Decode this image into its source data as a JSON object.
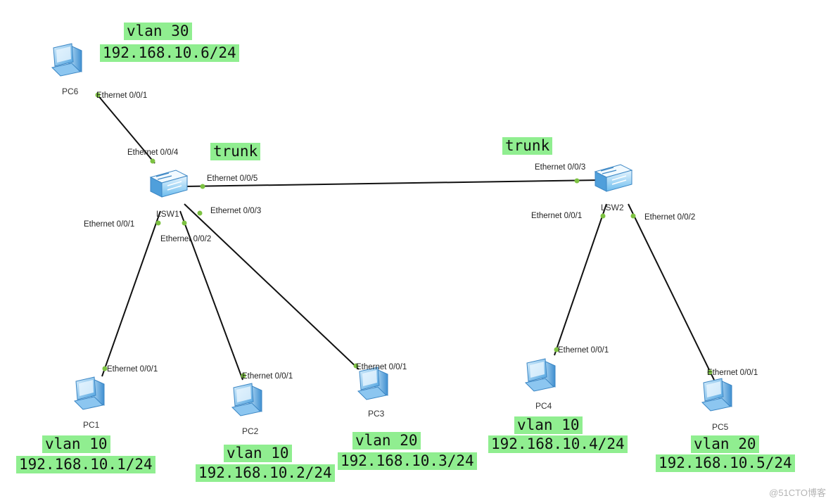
{
  "devices": {
    "pc1": {
      "name": "PC1",
      "vlan": "vlan 10",
      "ip": "192.168.10.1/24"
    },
    "pc2": {
      "name": "PC2",
      "vlan": "vlan 10",
      "ip": "192.168.10.2/24"
    },
    "pc3": {
      "name": "PC3",
      "vlan": "vlan 20",
      "ip": "192.168.10.3/24"
    },
    "pc4": {
      "name": "PC4",
      "vlan": "vlan 10",
      "ip": "192.168.10.4/24"
    },
    "pc5": {
      "name": "PC5",
      "vlan": "vlan 20",
      "ip": "192.168.10.5/24"
    },
    "pc6": {
      "name": "PC6",
      "vlan": "vlan 30",
      "ip": "192.168.10.6/24"
    },
    "lsw1": {
      "name": "LSW1"
    },
    "lsw2": {
      "name": "LSW2"
    }
  },
  "links": [
    {
      "from": "PC6",
      "from_port": "Ethernet 0/0/1",
      "to": "LSW1",
      "to_port": "Ethernet 0/0/4"
    },
    {
      "from": "LSW1",
      "from_port": "Ethernet 0/0/5",
      "to": "LSW2",
      "to_port": "Ethernet 0/0/3",
      "mode": "trunk"
    },
    {
      "from": "LSW1",
      "from_port": "Ethernet 0/0/1",
      "to": "PC1",
      "to_port": "Ethernet 0/0/1"
    },
    {
      "from": "LSW1",
      "from_port": "Ethernet 0/0/2",
      "to": "PC2",
      "to_port": "Ethernet 0/0/1"
    },
    {
      "from": "LSW1",
      "from_port": "Ethernet 0/0/3",
      "to": "PC3",
      "to_port": "Ethernet 0/0/1"
    },
    {
      "from": "LSW2",
      "from_port": "Ethernet 0/0/1",
      "to": "PC4",
      "to_port": "Ethernet 0/0/1"
    },
    {
      "from": "LSW2",
      "from_port": "Ethernet 0/0/2",
      "to": "PC5",
      "to_port": "Ethernet 0/0/1"
    }
  ],
  "trunk_labels": [
    "trunk",
    "trunk"
  ],
  "watermark": "@51CTO博客",
  "colors": {
    "label_bg": "#90ee90",
    "port_dot": "#7dc242",
    "link": "#111111",
    "device_blue": "#5aa9e6"
  }
}
